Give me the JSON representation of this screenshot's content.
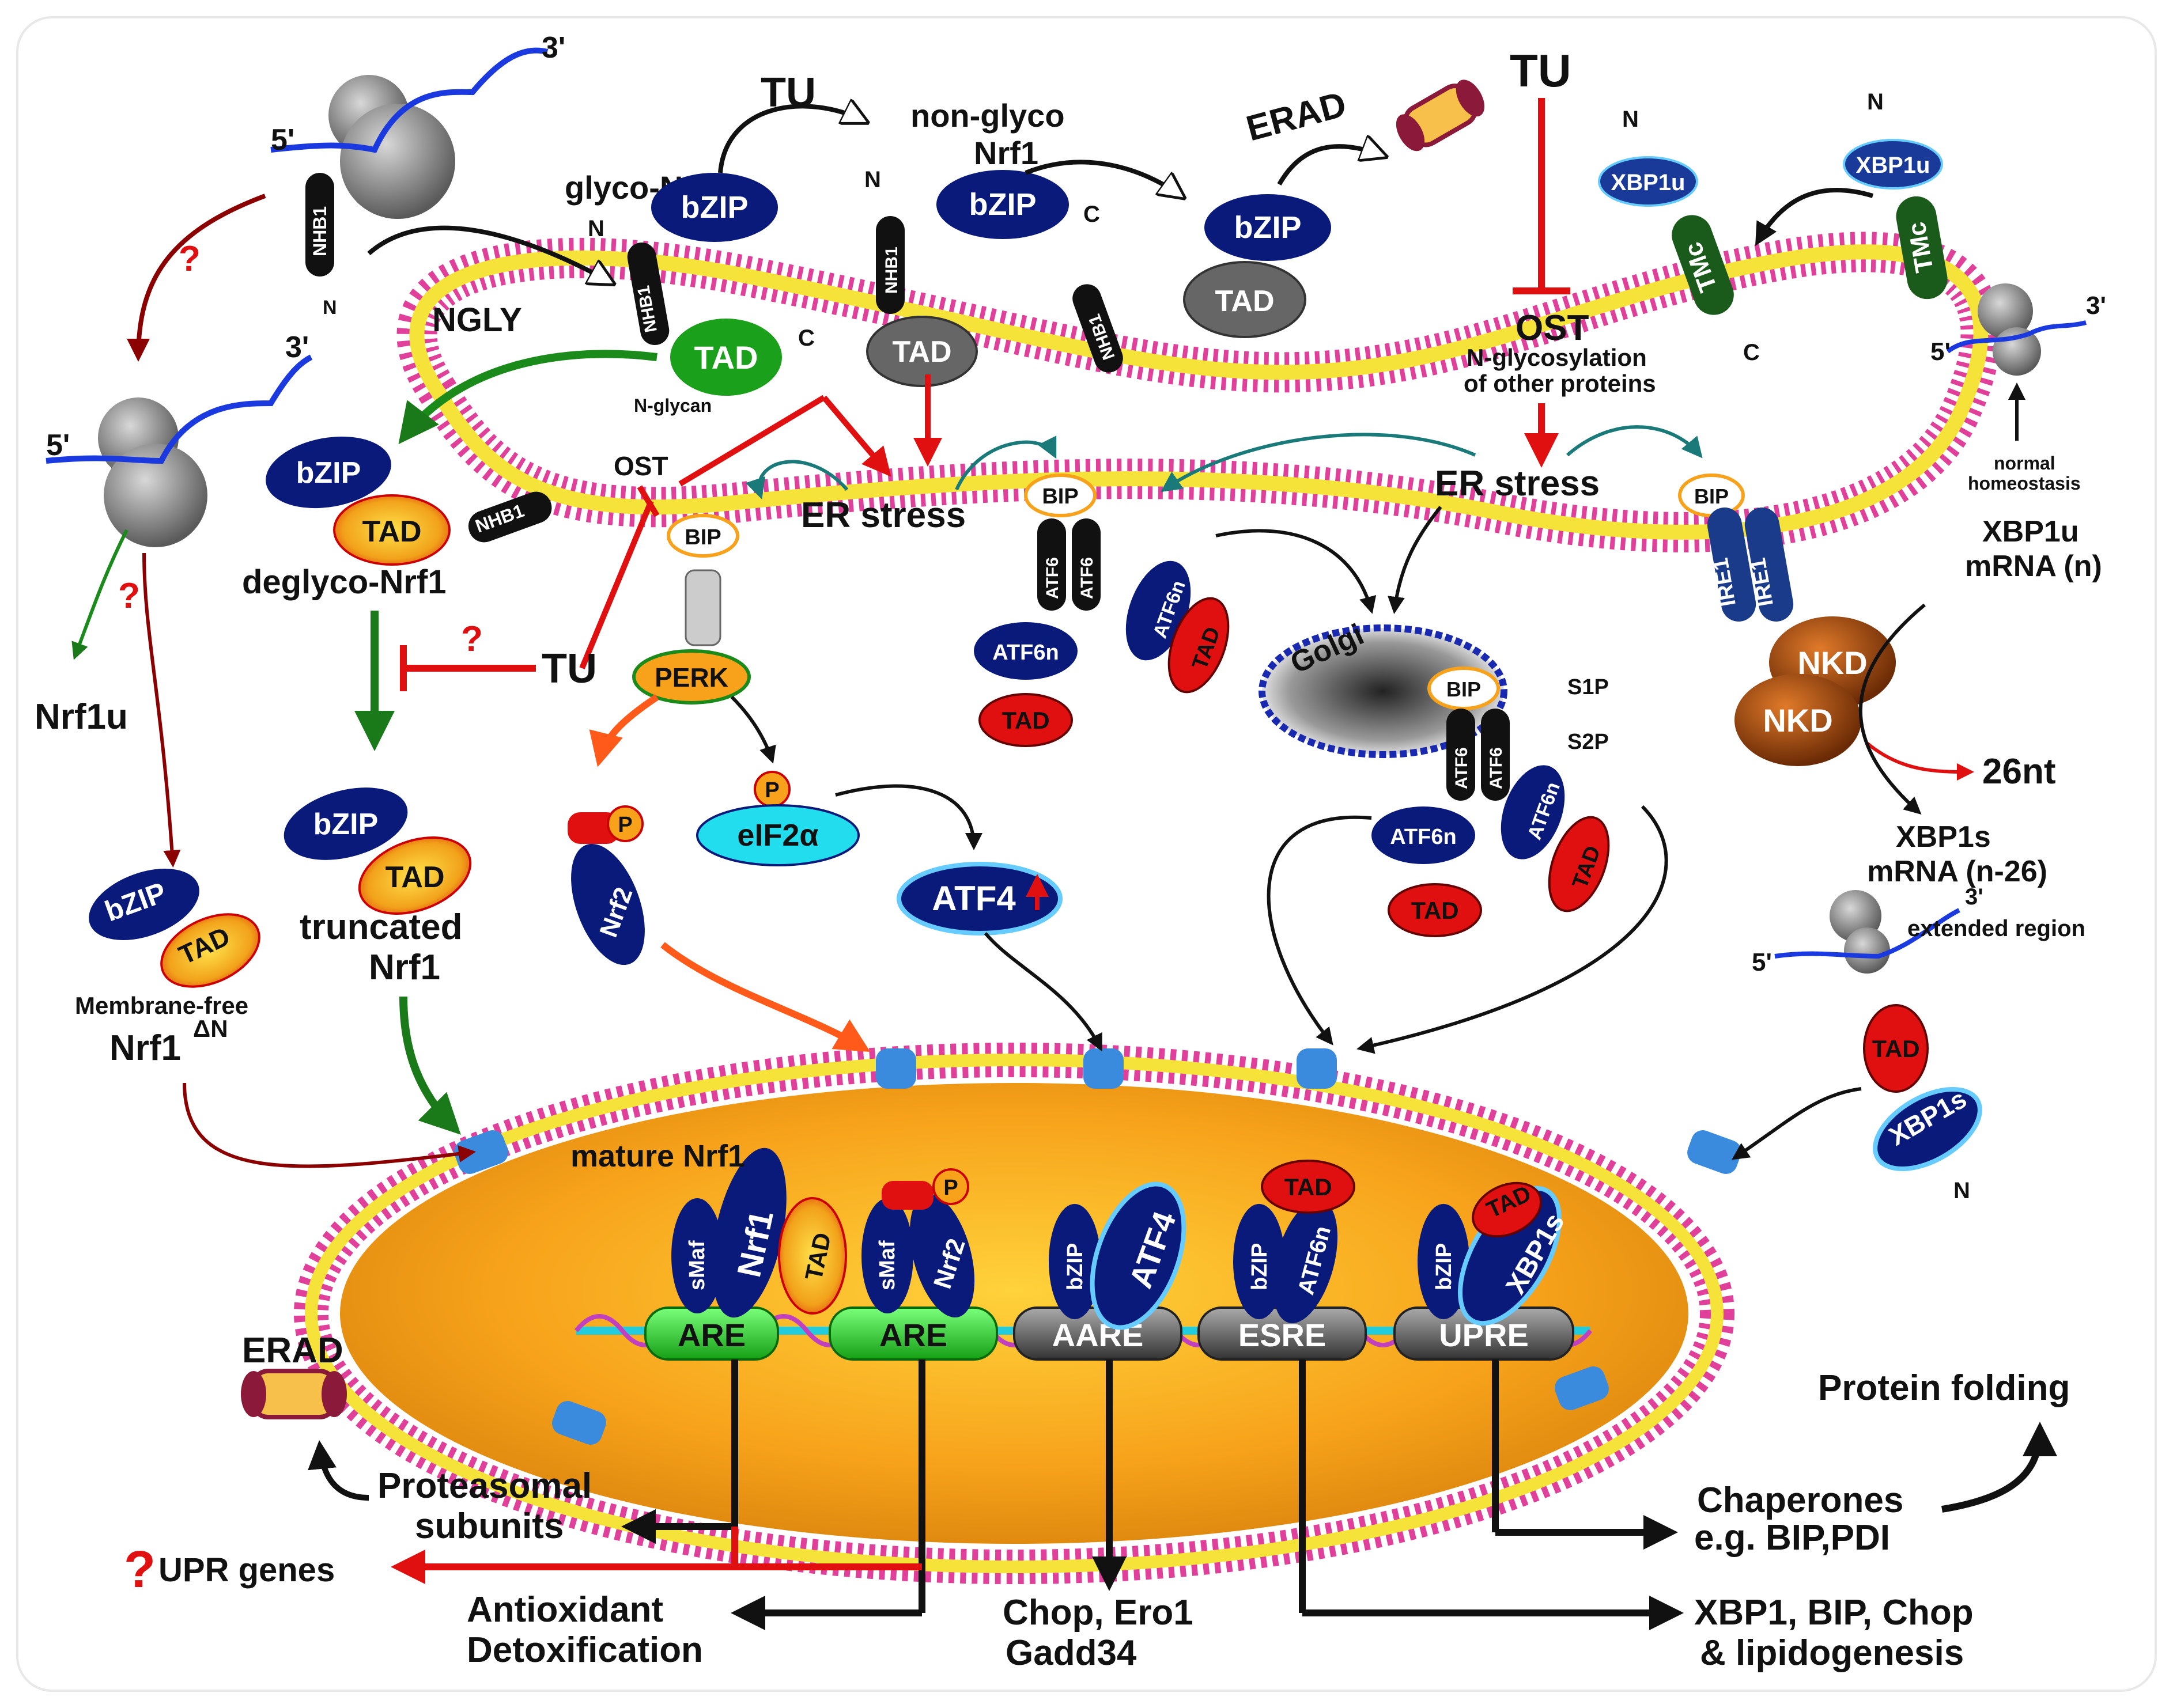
{
  "labels": {
    "tu_top_left": "TU",
    "non_glyco_1": "non-glyco",
    "non_glyco_2": "Nrf1",
    "glyco_nrf1": "glyco-Nrf1",
    "erad_top": "ERAD",
    "tu_top_right": "TU",
    "ost_right": "OST",
    "nglyc_1": "N-glycosylation",
    "nglyc_2": "of other proteins",
    "ngly": "NGLY",
    "n_glycan": "N-glycan",
    "ost_left": "OST",
    "er_stress_left": "ER stress",
    "er_stress_right": "ER stress",
    "deglyco": "deglyco-Nrf1",
    "tu_mid": "TU",
    "nrf1u": "Nrf1u",
    "truncated_1": "truncated",
    "truncated_2": "Nrf1",
    "membrane_free": "Membrane-free",
    "nrf1_dn": "Nrf1",
    "nrf1_dn_sup": "ΔN",
    "mature_nrf1": "mature Nrf1",
    "golgi": "Golgi",
    "s1p": "S1P",
    "s2p": "S2P",
    "nt26": "26nt",
    "xbp1s_mrna_1": "XBP1s",
    "xbp1s_mrna_2": "mRNA (n-26)",
    "extended": "extended region",
    "normal_1": "normal",
    "normal_2": "homeostasis",
    "xbp1u_mrna_1": "XBP1u",
    "xbp1u_mrna_2": "mRNA (n)",
    "erad_bottom": "ERAD",
    "prot_sub_1": "Proteasomal",
    "prot_sub_2": "subunits",
    "upr_genes": "UPR genes",
    "antiox_1": "Antioxidant",
    "antiox_2": "Detoxification",
    "chop_1": "Chop, Ero1",
    "chop_2": "Gadd34",
    "xbp1_bip_1": "XBP1, BIP, Chop",
    "xbp1_bip_2": "& lipidogenesis",
    "chap_1": "Chaperones",
    "chap_2": "e.g. BIP,PDI",
    "prot_fold": "Protein folding",
    "qmark": "?",
    "five": "5'",
    "three": "3'",
    "N": "N",
    "C": "C",
    "P": "P"
  },
  "proteins": {
    "bzip": "bZIP",
    "tad": "TAD",
    "nhb1": "NHB1",
    "bip": "BIP",
    "perk": "PERK",
    "eif2a": "eIF2α",
    "atf4": "ATF4",
    "nrf2": "Nrf2",
    "atf6": "ATF6",
    "atf6n": "ATF6n",
    "xbp1u": "XBP1u",
    "tmc": "TMc",
    "ire1": "IRE1",
    "nkd": "NKD",
    "xbp1s": "XBP1s",
    "smaf": "sMaf",
    "nrf1": "Nrf1"
  },
  "elements": {
    "are": "ARE",
    "aare": "AARE",
    "esre": "ESRE",
    "upre": "UPRE"
  },
  "colors": {
    "navy": "#0a1a7a",
    "red": "#e01010",
    "green": "#1a8a1a",
    "orange": "#f7a21a",
    "membrane_pink": "#e0409a",
    "membrane_yellow": "#f5e33a",
    "dark_red_arrow": "#8b0000",
    "orange_arrow": "#ff5a1a"
  },
  "icons": [
    "ribosome-icon",
    "proteasome-icon",
    "membrane-pore-icon",
    "dna-helix-icon"
  ]
}
